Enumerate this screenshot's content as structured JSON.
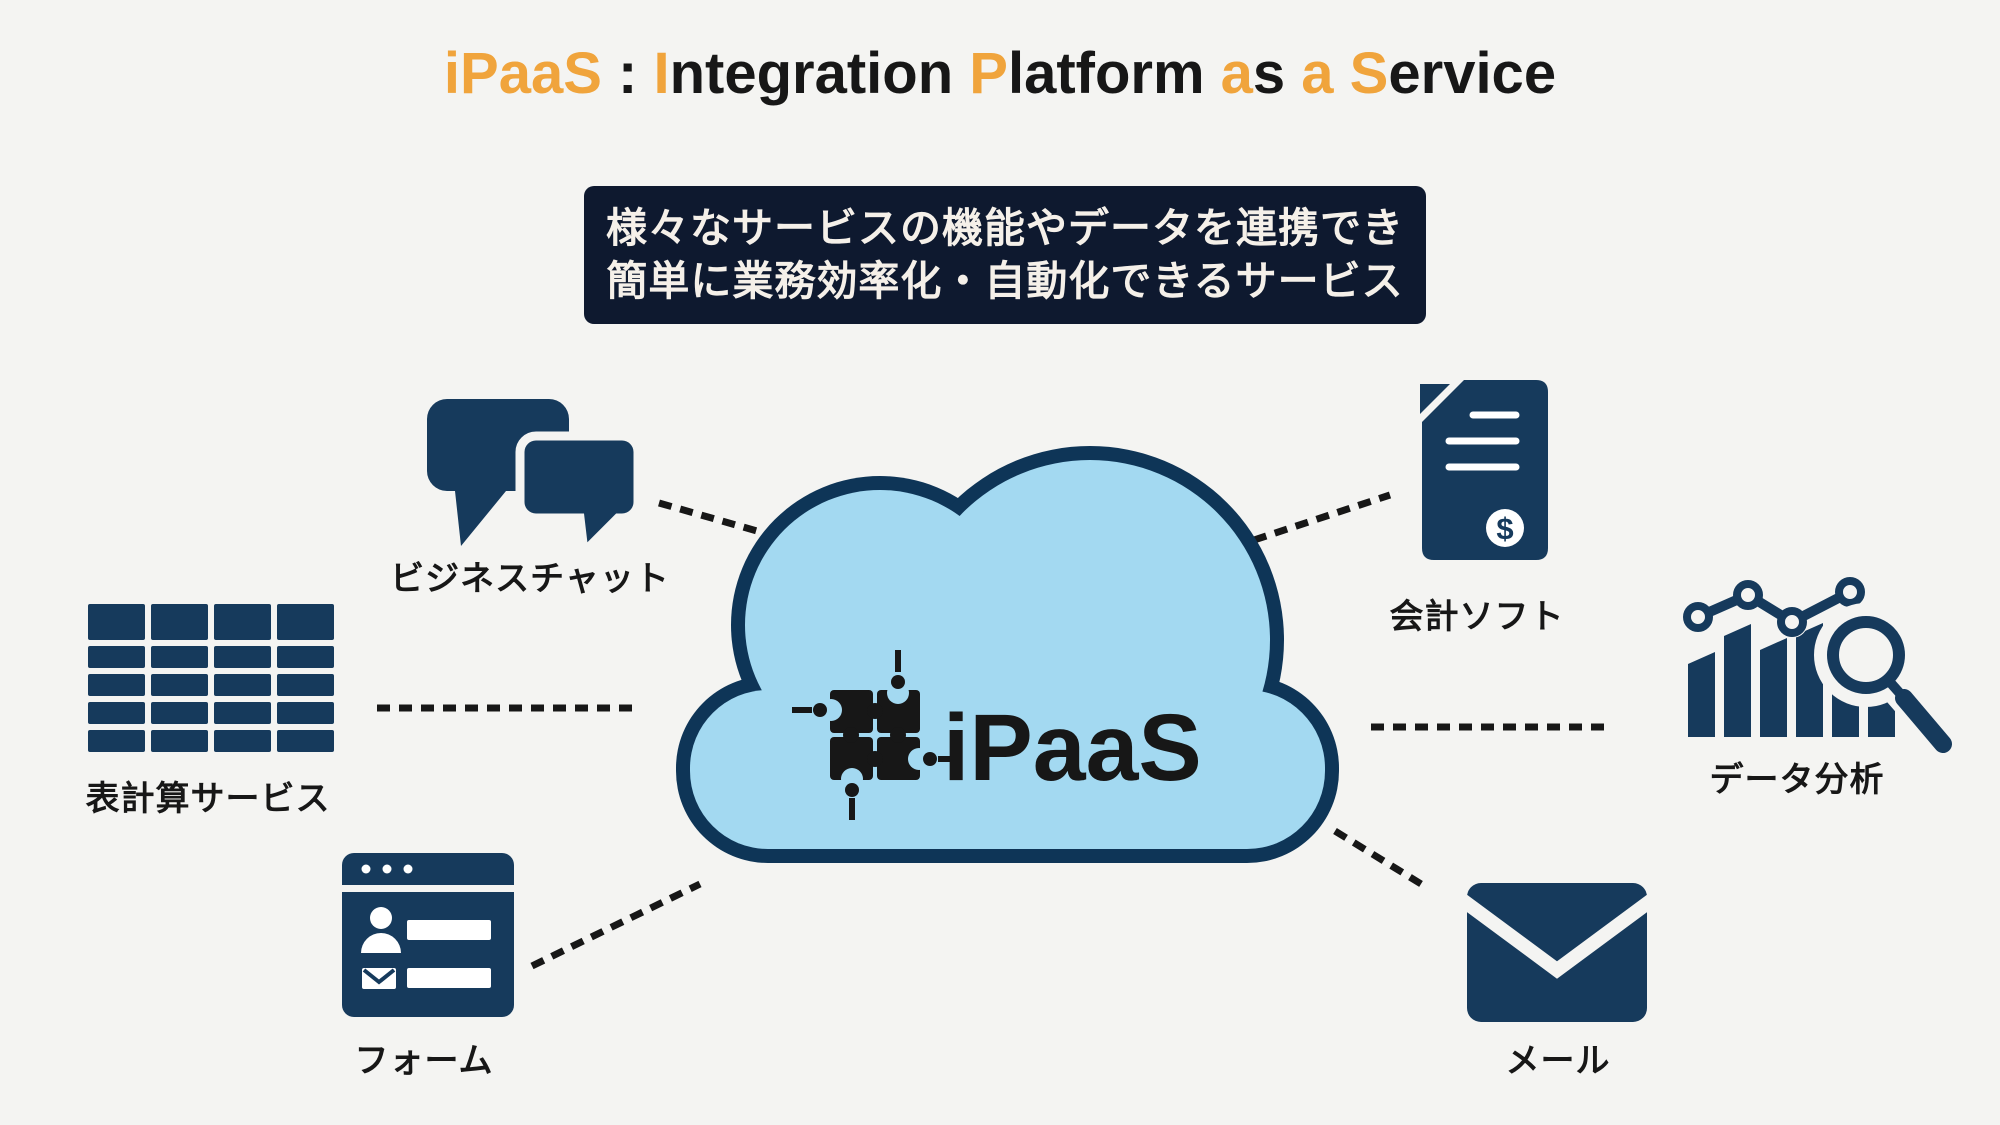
{
  "colors": {
    "accent": "#F0A43C",
    "navy": "#163A5C",
    "cloud_fill": "#A3D9F1",
    "cloud_border": "#0E3557",
    "box_bg": "#0E192F",
    "background": "#F4F4F2",
    "ink": "#171717"
  },
  "title": {
    "full_text": "iPaaS : Integration Platform as a Service",
    "segments": [
      {
        "text": "iPaaS",
        "accent": true
      },
      {
        "text": " : ",
        "accent": false
      },
      {
        "text": "I",
        "accent": true
      },
      {
        "text": "ntegration ",
        "accent": false
      },
      {
        "text": "P",
        "accent": true
      },
      {
        "text": "latform ",
        "accent": false
      },
      {
        "text": "a",
        "accent": true
      },
      {
        "text": "s ",
        "accent": false
      },
      {
        "text": "a",
        "accent": true
      },
      {
        "text": " ",
        "accent": false
      },
      {
        "text": "S",
        "accent": true
      },
      {
        "text": "ervice",
        "accent": false
      }
    ]
  },
  "subtitle": {
    "line1": "様々なサービスの機能やデータを連携でき",
    "line2": "簡単に業務効率化・自動化できるサービス"
  },
  "cloud": {
    "label": "iPaaS",
    "icon": "puzzle-integration-icon"
  },
  "services": [
    {
      "id": "business-chat",
      "label": "ビジネスチャット",
      "icon": "chat-bubbles-icon"
    },
    {
      "id": "spreadsheet",
      "label": "表計算サービス",
      "icon": "spreadsheet-grid-icon"
    },
    {
      "id": "form",
      "label": "フォーム",
      "icon": "form-window-icon"
    },
    {
      "id": "accounting",
      "label": "会計ソフト",
      "icon": "invoice-document-icon",
      "badge": "$"
    },
    {
      "id": "data-analysis",
      "label": "データ分析",
      "icon": "bar-chart-magnifier-icon"
    },
    {
      "id": "mail",
      "label": "メール",
      "icon": "envelope-icon"
    }
  ],
  "connections": [
    {
      "from": "business-chat",
      "to": "ipaas-cloud"
    },
    {
      "from": "spreadsheet",
      "to": "ipaas-cloud"
    },
    {
      "from": "form",
      "to": "ipaas-cloud"
    },
    {
      "from": "ipaas-cloud",
      "to": "accounting"
    },
    {
      "from": "ipaas-cloud",
      "to": "data-analysis"
    },
    {
      "from": "ipaas-cloud",
      "to": "mail"
    }
  ]
}
